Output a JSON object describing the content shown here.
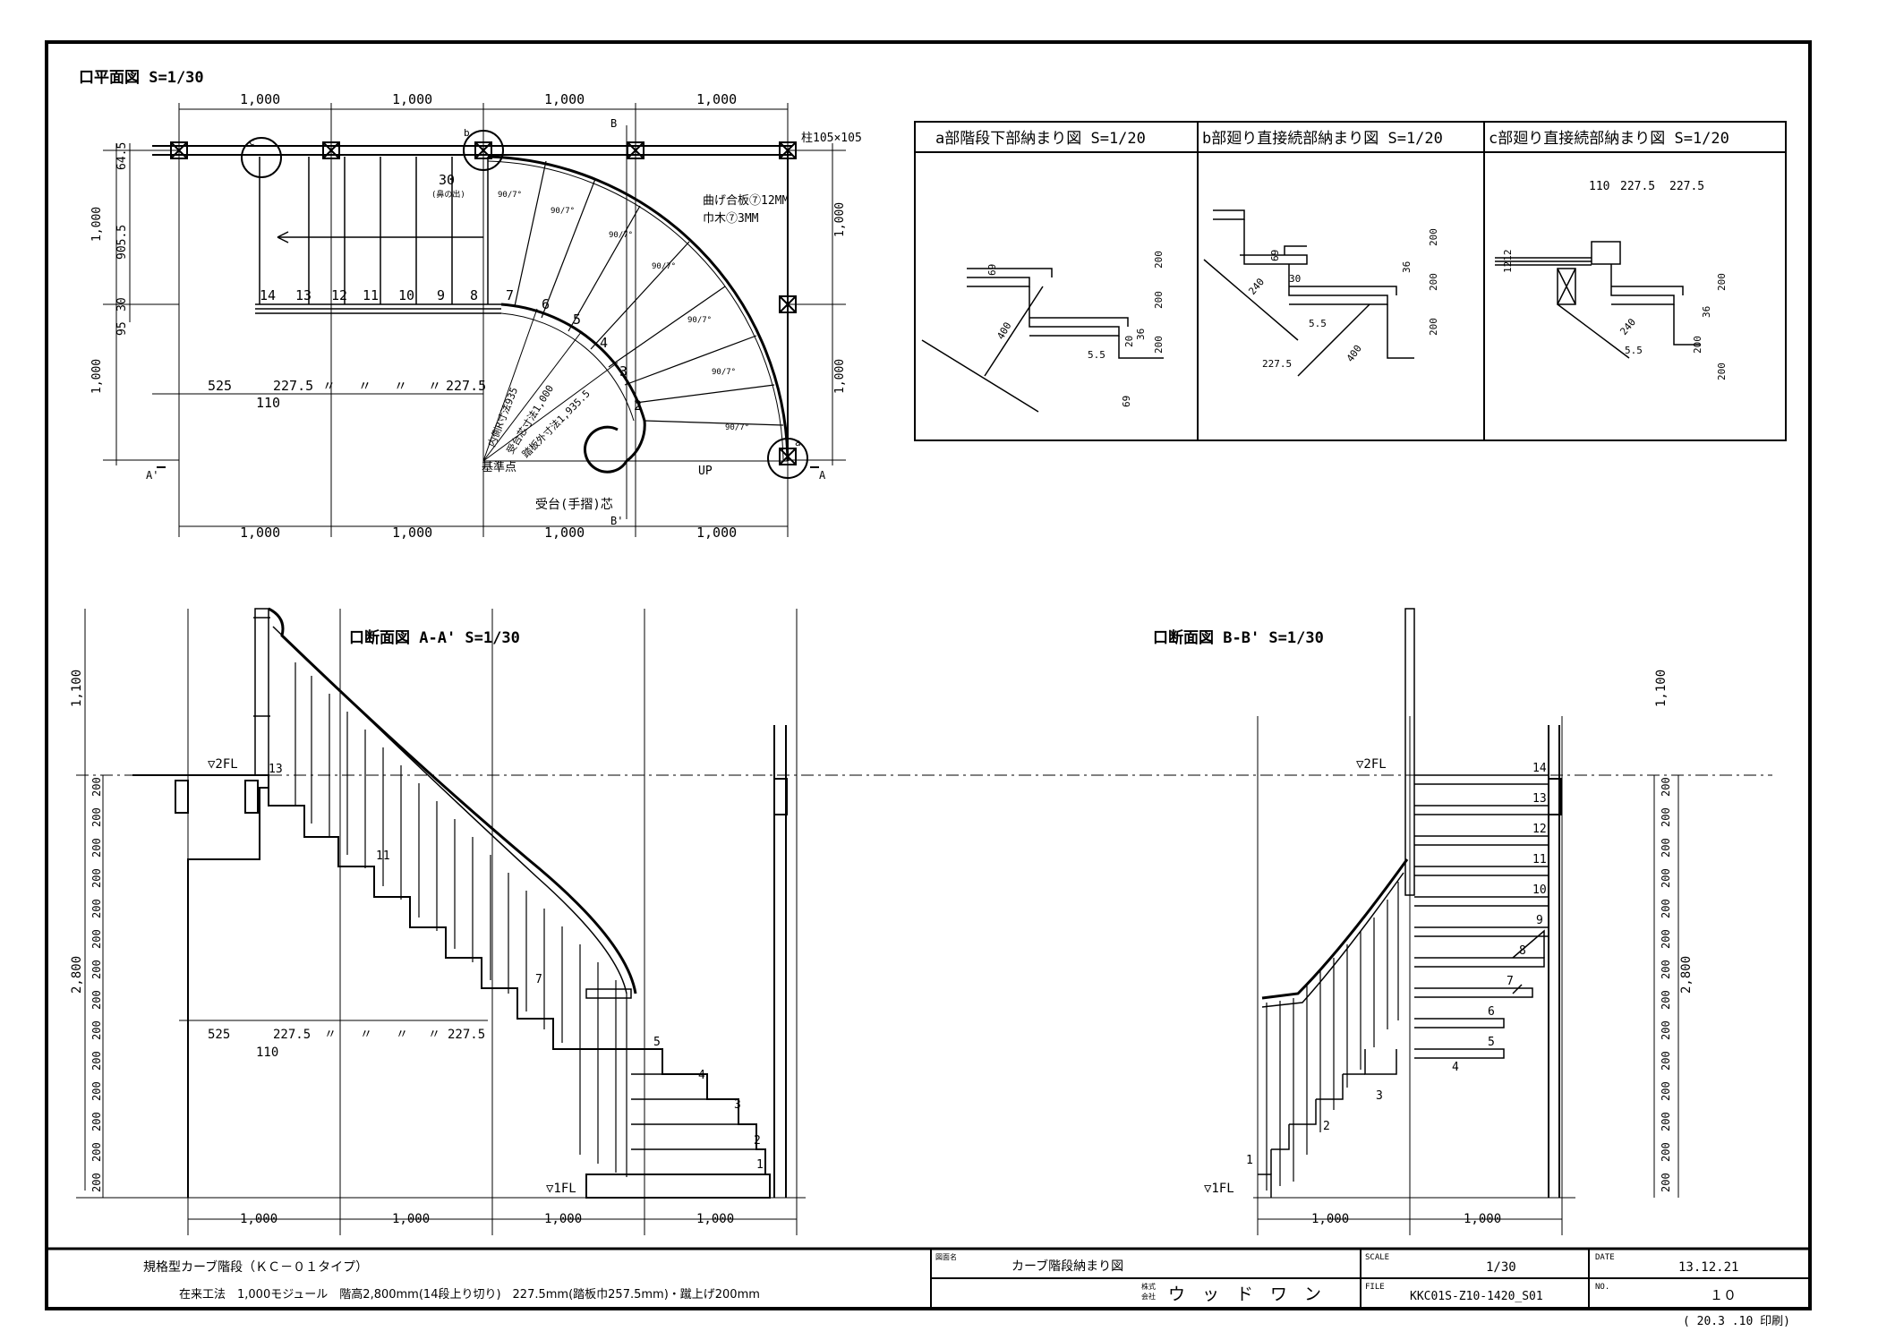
{
  "plan": {
    "title": "口平面図 S=1/30",
    "top_dims": [
      "1,000",
      "1,000",
      "1,000",
      "1,000"
    ],
    "bottom_dims": [
      "1,000",
      "1,000",
      "1,000",
      "1,000"
    ],
    "left_dims": [
      "64.5",
      "1,000",
      "905.5",
      "30",
      "95",
      "1,000"
    ],
    "right_dims": [
      "1,000",
      "1,000"
    ],
    "post_label": "柱105×105",
    "bend_ply_label": "曲げ合板⑦12MM",
    "skirt_label": "巾木⑦3MM",
    "note_30": "30",
    "note_30_sub": "(鼻の出)",
    "tread_angle": "90/7°",
    "step_numbers": [
      "14",
      "13",
      "12",
      "11",
      "10",
      "9",
      "8",
      "7",
      "6",
      "5",
      "4",
      "3",
      "2"
    ],
    "row_dims": [
      "525",
      "227.5",
      "〃",
      "〃",
      "〃",
      "〃",
      "227.5"
    ],
    "offset_110": "110",
    "inner_r": "内側R寸法935",
    "rail_center": "受台芯寸法1,000",
    "outer_r": "踏板外寸法1,935.5",
    "base_point": "基準点",
    "up": "UP",
    "rail_label": "受台(手摺)芯",
    "marks": {
      "a": "a",
      "b": "b",
      "c": "c",
      "A": "A",
      "A2": "A'",
      "B": "B",
      "B2": "B'"
    }
  },
  "details": {
    "a": {
      "title": "a部階段下部納まり図 S=1/20",
      "dims": [
        "69",
        "400",
        "200",
        "200",
        "200",
        "36",
        "20",
        "5.5",
        "69"
      ]
    },
    "b": {
      "title": "b部廻り直接続部納まり図 S=1/20",
      "dims": [
        "69",
        "240",
        "30",
        "5.5",
        "227.5",
        "400",
        "200",
        "200",
        "200",
        "36"
      ]
    },
    "c": {
      "title": "c部廻り直接続部納まり図 S=1/20",
      "dims": [
        "110",
        "227.5",
        "227.5",
        "1212",
        "240",
        "5.5",
        "200",
        "200",
        "200",
        "36"
      ]
    }
  },
  "section_aa": {
    "title": "口断面図 A-A' S=1/30",
    "fl2": "▽2FL",
    "fl1": "▽1FL",
    "left_dims": [
      "1,100",
      "2,800"
    ],
    "riser": "200",
    "bottom_dims": [
      "1,000",
      "1,000",
      "1,000",
      "1,000"
    ],
    "row_dims": [
      "525",
      "227.5",
      "〃",
      "〃",
      "〃",
      "〃",
      "227.5"
    ],
    "offset_110": "110",
    "step_numbers": [
      "1",
      "2",
      "3",
      "4",
      "5",
      "7",
      "11",
      "13"
    ]
  },
  "section_bb": {
    "title": "口断面図 B-B' S=1/30",
    "fl2": "▽2FL",
    "fl1": "▽1FL",
    "right_dims": [
      "1,100",
      "2,800"
    ],
    "riser": "200",
    "bottom_dims": [
      "1,000",
      "1,000"
    ],
    "step_numbers": [
      "14",
      "13",
      "12",
      "11",
      "10",
      "9",
      "8",
      "7",
      "6",
      "5",
      "4",
      "3",
      "2",
      "1"
    ]
  },
  "title_block": {
    "line1": "規格型カーブ階段（ＫＣ－０１タイプ）",
    "line2": "在来工法　1,000モジュール　階高2,800mm(14段上り切り)　227.5mm(踏板巾257.5mm)・蹴上げ200mm",
    "drawing_name_label": "図面名",
    "drawing_name": "カーブ階段納まり図",
    "company_prefix_1": "株式",
    "company_prefix_2": "会社",
    "company": "ウ　ッ　ド　ワ　ン",
    "scale_label": "SCALE",
    "scale": "1/30",
    "file_label": "FILE",
    "file": "KKC01S-Z10-1420_S01",
    "date_label": "DATE",
    "date": "13.12.21",
    "no_label": "NO.",
    "no": "１０",
    "print_note": "( 20.3 .10 印刷)"
  }
}
